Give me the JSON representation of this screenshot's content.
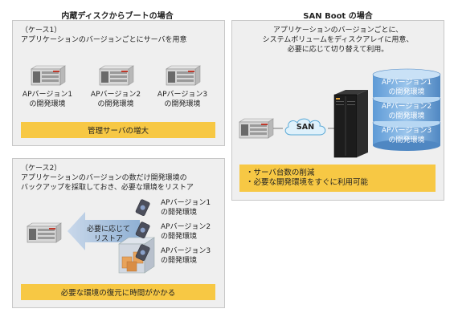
{
  "left": {
    "title": "内蔵ディスクからブートの場合",
    "case1": {
      "header": "（ケース1）",
      "desc": "アプリケーションのバージョンごとにサーバを用意",
      "servers": [
        {
          "line1": "APバージョン1",
          "line2": "の開発環境"
        },
        {
          "line1": "APバージョン2",
          "line2": "の開発環境"
        },
        {
          "line1": "APバージョン3",
          "line2": "の開発環境"
        }
      ],
      "bar": "管理サーバの増大"
    },
    "case2": {
      "header": "（ケース2）",
      "desc1": "アプリケーションのバージョンの数だけ開発環境の",
      "desc2": "バックアップを採取しておき、必要な環境をリストア",
      "arrow1": "必要に応じて",
      "arrow2": "リストア",
      "tapes": [
        {
          "line1": "APバージョン1",
          "line2": "の開発環境"
        },
        {
          "line1": "APバージョン2",
          "line2": "の開発環境"
        },
        {
          "line1": "APバージョン3",
          "line2": "の開発環境"
        }
      ],
      "bar": "必要な環境の復元に時間がかかる"
    }
  },
  "right": {
    "title": "SAN Boot の場合",
    "desc1": "アプリケーションのバージョンごとに、",
    "desc2": "システムボリュームをディスクアレイに用意、",
    "desc3": "必要に応じて切り替えて利用。",
    "san": "SAN",
    "volumes": [
      {
        "line1": "APバージョン1",
        "line2": "の開発環境"
      },
      {
        "line1": "APバージョン2",
        "line2": "の開発環境"
      },
      {
        "line1": "APバージョン3",
        "line2": "の開発環境"
      }
    ],
    "benefit1": "・サーバ台数の削減",
    "benefit2": "・必要な開発環境をすぐに利用可能"
  },
  "colors": {
    "panel": "#efefef",
    "highlight": "#f7c844",
    "cylinder": "#6fa8dc",
    "arrow": "#9db8d6"
  }
}
